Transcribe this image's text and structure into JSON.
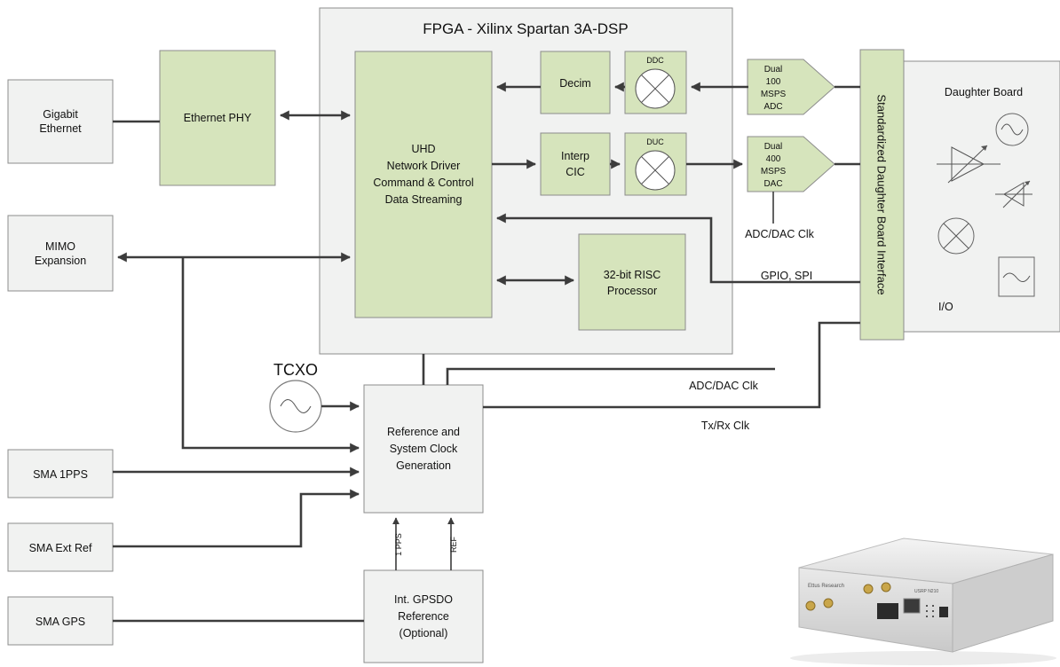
{
  "fpga_title": "FPGA - Xilinx Spartan 3A-DSP",
  "gigabit_ethernet": [
    "Gigabit",
    "Ethernet"
  ],
  "ethernet_phy": "Ethernet PHY",
  "mimo_expansion": [
    "MIMO",
    "Expansion"
  ],
  "uhd_block": [
    "UHD",
    "Network Driver",
    "Command & Control",
    "Data Streaming"
  ],
  "decim": "Decim",
  "ddc": "DDC",
  "interp": [
    "Interp",
    "CIC"
  ],
  "duc": "DUC",
  "adc": [
    "Dual",
    "100",
    "MSPS",
    "ADC"
  ],
  "dac": [
    "Dual",
    "400",
    "MSPS",
    "DAC"
  ],
  "risc": [
    "32-bit RISC",
    "Processor"
  ],
  "adc_dac_clk_top": "ADC/DAC Clk",
  "gpio_spi": "GPIO, SPI",
  "daughter_interface": "Standardized Daughter Board Interface",
  "daughter_board": "Daughter Board",
  "io_label": "I/O",
  "tcxo": "TCXO",
  "ref_clock": [
    "Reference and",
    "System Clock",
    "Generation"
  ],
  "adc_dac_clk_bottom": "ADC/DAC Clk",
  "tx_rx_clk": "Tx/Rx Clk",
  "sma_1pps": "SMA 1PPS",
  "sma_ext_ref": "SMA Ext Ref",
  "sma_gps": "SMA GPS",
  "gpsdo": [
    "Int. GPSDO",
    "Reference",
    "(Optional)"
  ],
  "pps_line": "1 PPS",
  "ref_line": "REF",
  "device_brand": "Ettus Research",
  "device_model": "USRP N210"
}
